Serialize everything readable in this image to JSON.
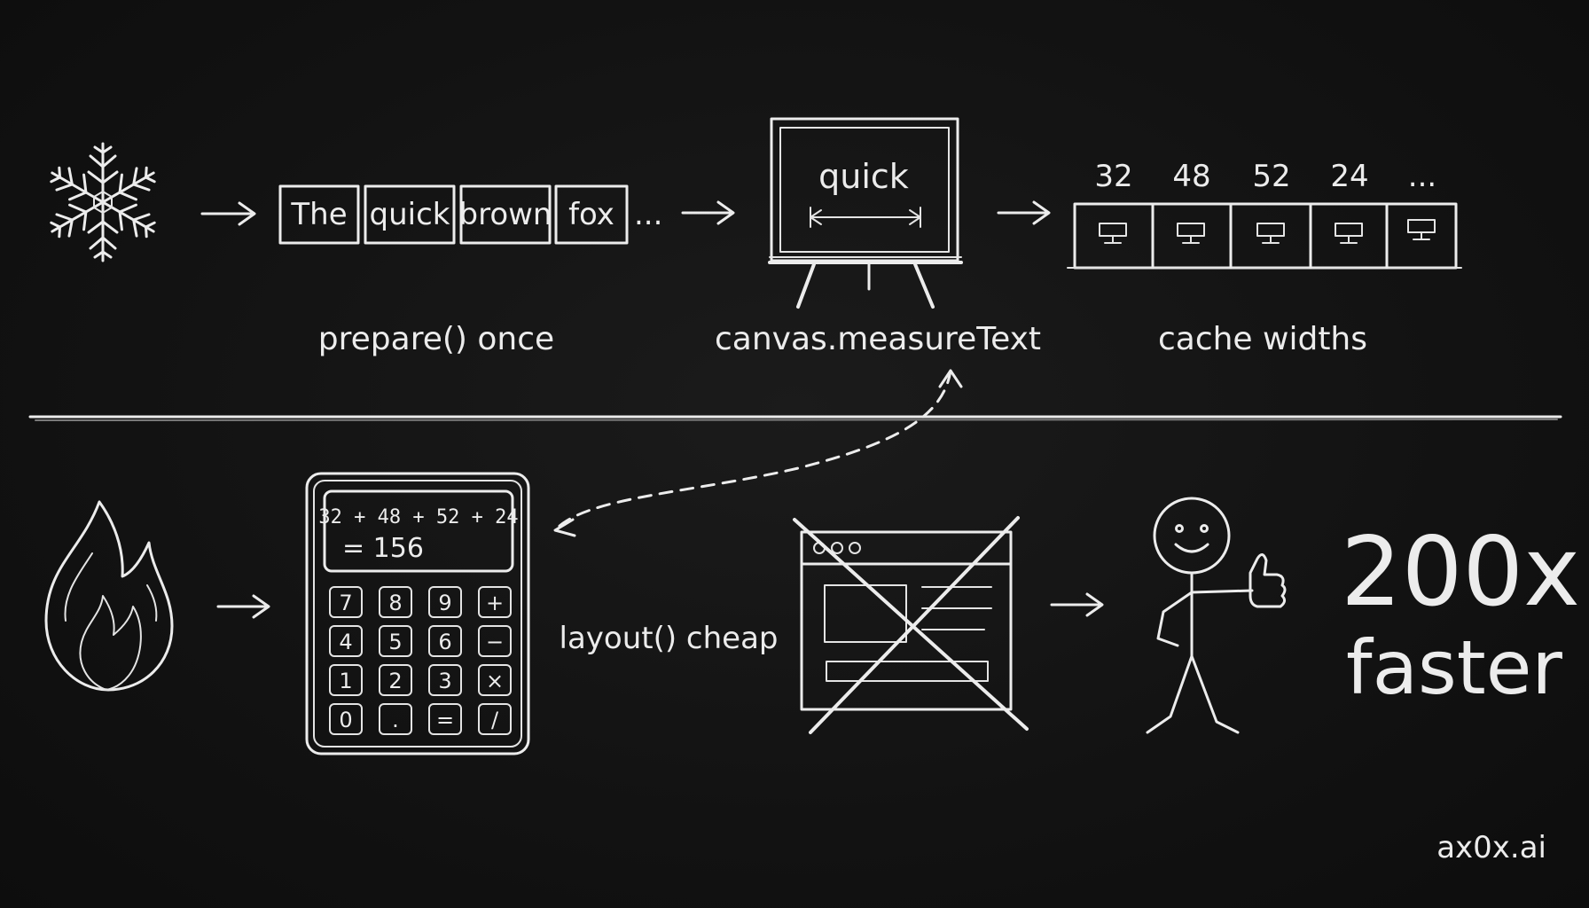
{
  "top_row": {
    "tokens": [
      "The",
      "quick",
      "brown",
      "fox"
    ],
    "tokens_ellipsis": "...",
    "canvas_word": "quick",
    "widths": [
      "32",
      "48",
      "52",
      "24",
      "..."
    ],
    "labels": {
      "prepare": "prepare() once",
      "measure": "canvas.measureText",
      "cache": "cache widths"
    }
  },
  "bottom_row": {
    "calculator": {
      "expression": "32 + 48 + 52 + 24",
      "result": "= 156",
      "keys": [
        "7",
        "8",
        "9",
        "+",
        "4",
        "5",
        "6",
        "−",
        "1",
        "2",
        "3",
        "×",
        "0",
        ".",
        "=",
        "/"
      ]
    },
    "layout_label": "layout() cheap",
    "speed_value": "200x",
    "speed_label": "faster"
  },
  "watermark": "ax0x.ai",
  "colors": {
    "board": "#121212",
    "chalk": "#ececec"
  },
  "icons": [
    "snowflake-icon",
    "flame-icon",
    "easel-icon",
    "drawer-icon",
    "calculator-icon",
    "browser-window-icon",
    "stick-figure-icon",
    "thumbs-up-icon"
  ]
}
